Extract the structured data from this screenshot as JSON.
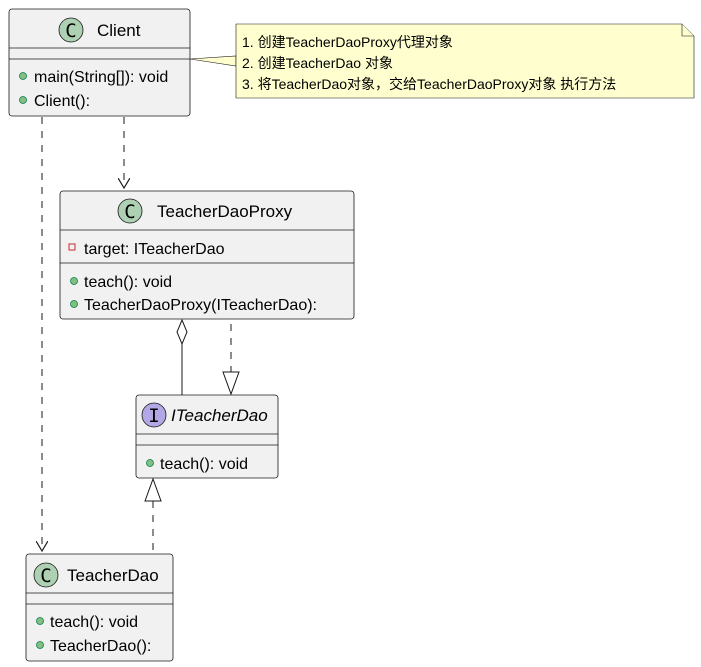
{
  "classes": {
    "client": {
      "name": "Client",
      "stereotype_glyph": "C",
      "methods": [
        "main(String[]): void",
        "Client():"
      ]
    },
    "proxy": {
      "name": "TeacherDaoProxy",
      "stereotype_glyph": "C",
      "fields": [
        "target: ITeacherDao"
      ],
      "methods": [
        "teach(): void",
        "TeacherDaoProxy(ITeacherDao):"
      ]
    },
    "iface": {
      "name": "ITeacherDao",
      "stereotype_glyph": "I",
      "methods": [
        "teach(): void"
      ]
    },
    "dao": {
      "name": "TeacherDao",
      "stereotype_glyph": "C",
      "methods": [
        "teach(): void",
        "TeacherDao():"
      ]
    }
  },
  "note": {
    "lines": [
      "1. 创建TeacherDaoProxy代理对象",
      "2. 创建TeacherDao 对象",
      "3. 将TeacherDao对象，交给TeacherDaoProxy对象 执行方法"
    ]
  },
  "colors": {
    "class_bg": "#f1f1f1",
    "class_circle": "#add1b2",
    "interface_circle": "#b4a7e5",
    "note_bg": "#fefece",
    "public_marker": "#84be84",
    "private_marker": "#c82930"
  }
}
